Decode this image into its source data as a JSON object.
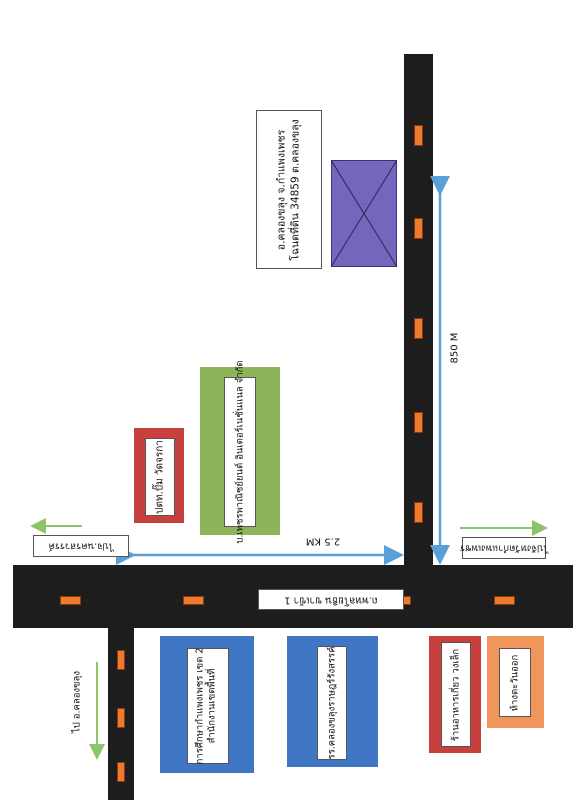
{
  "map": {
    "land_plot": {
      "line1": "โฉนดที่ดิน 34859 ต.คลองขลุง",
      "line2": "อ.คลองขลุง จ.กำแพงเพชร"
    },
    "distance_vertical": "850 M",
    "distance_horizontal": "2.5 KM",
    "road_label": "ถ.พหลโยธิน ขาเข้า 1",
    "green_building": "บ.เพชรพาณิชย์ยนต์ อินเตอร์เนชั่นแนล จำกัด",
    "red_building_left": "ปตท.ปั๊ม วัดจรกา",
    "blue_building_left": {
      "line1": "สำนักงานเขตพื้นที่",
      "line2": "การศึกษากำแพงเพชร เขต 2"
    },
    "blue_building_mid": "รร.คลองขลุงราษฎร์รังสรรค์",
    "red_building_right": "ร้านอาหารเกี่ยว วงเล็ก",
    "orange_building": "ห้างตะวันออก",
    "arrow_left_label": "ไปจ.นครสวรรค์",
    "arrow_right_label": "ไปจังหวัดกำแพงเพชร",
    "arrow_down_label": "ไป อ.คลองขลุง"
  },
  "colors": {
    "road": "#1d1d1d",
    "dash": "#f07a2c",
    "green": "#8cb55a",
    "red": "#c8403e",
    "blue": "#3f77c4",
    "orange": "#f0965a",
    "purple": "#7565bd",
    "arrow_blue": "#5aa0d8",
    "arrow_green": "#8cc46a"
  }
}
